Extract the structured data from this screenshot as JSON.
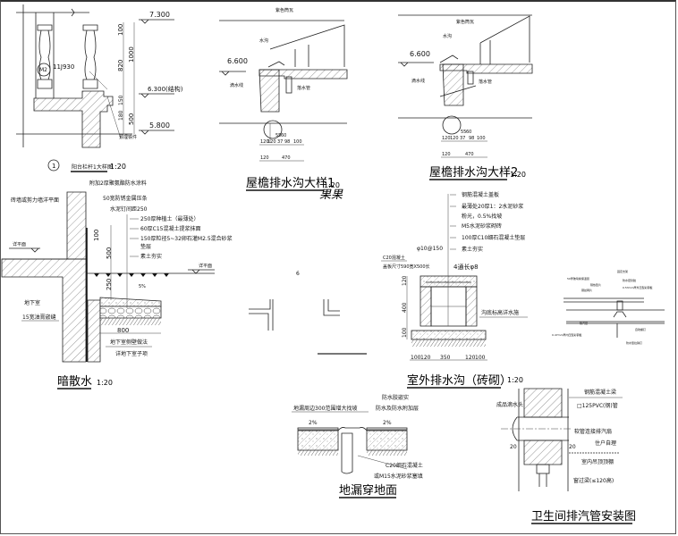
{
  "drawings": {
    "railing": {
      "title": "阳台栏杆1大样图",
      "scale": "1:20",
      "index_mark": "1",
      "ref_code": "11J930",
      "ref_circle": "M2",
      "elevations": [
        "7.300",
        "6.300(结构)",
        "5.800"
      ],
      "dims_vertical": [
        "100",
        "820",
        "1000",
        "180",
        "150",
        "500"
      ],
      "note": "预埋铁件"
    },
    "eave1": {
      "title": "屋檐排水沟大样1",
      "scale": "1:20",
      "subtitle": "果果",
      "elevation": "6.600",
      "labels": [
        "紫色筒瓦",
        "水沟",
        "滴水线",
        "落水管"
      ],
      "dims_row1": [
        "120",
        "120",
        "55",
        "60",
        "37",
        "98",
        "100"
      ],
      "dims_row2": [
        "120",
        "470"
      ]
    },
    "eave2": {
      "title": "屋檐排水沟大样2",
      "scale": "1:20",
      "elevation": "6.600",
      "labels": [
        "紫色筒瓦",
        "水沟",
        "滴水线",
        "落水管"
      ],
      "dims_row1": [
        "120",
        "120",
        "55",
        "60",
        "37",
        "98",
        "100"
      ],
      "dims_row2": [
        "120",
        "470"
      ]
    },
    "hidden_apron": {
      "title": "暗散水",
      "scale": "1:20",
      "labels": [
        "附加2厚聚氨酯防水涂料",
        "砖墙或剪力墙洋平面",
        "50宽防锈金属压条",
        "水泥钉间距250",
        "250厚种植土（最薄处）",
        "60厚C15混凝土提浆抹面",
        "150厚粒径5~32卵石灌M2.5混合砂浆",
        "垫层",
        "素土夯实",
        "地下室",
        "15宽油膏嵌缝",
        "地下室侧壁做法",
        "详地下室子项"
      ],
      "level_marks": [
        "详平面",
        "详平面"
      ],
      "dims": [
        "100",
        "500",
        "250",
        "800"
      ],
      "slope": "5%"
    },
    "drain_channel": {
      "title": "室外排水沟（砖砌）",
      "scale": "1:20",
      "labels": [
        "钢筋混凝土盖板",
        "最薄处20厚1：2水泥砂浆",
        "粉光，0.5%找坡",
        "M5水泥砂浆砌砖",
        "100厚C10细石混凝土垫层",
        "素土夯实",
        "C20混凝土",
        "盖板尺寸590宽X500长",
        "4通长φ8",
        "沟底标高详水施"
      ],
      "rebar": "φ10@150",
      "dims_vertical": [
        "120",
        "400",
        "100"
      ],
      "dims_horizontal": [
        "100",
        "120",
        "350",
        "120",
        "100"
      ]
    },
    "roof_panel": {
      "labels": [
        "50厚玻璃棉保温层",
        "固定支架",
        "防水密封胶",
        "隔热垫片",
        "0.53mm厚外压型彩钢板",
        "钢丝网片",
        "隔汽层",
        "0.47mm厚内压型彩钢板",
        "自攻螺钉",
        "防水型拉铆钉"
      ]
    },
    "center_marks": {
      "label": "6"
    },
    "floor_drain": {
      "title": "地漏穿地面",
      "slope": "2%",
      "labels": [
        "防水胶嵌实",
        "地漏周边300范围增大找坡",
        "防水及防水附加层",
        "C20细石混凝土",
        "或M15水泥砂浆塞填"
      ]
    },
    "bath_vent": {
      "title": "卫生间排汽管安装图",
      "labels": [
        "钢筋混凝土梁",
        "成品滴水头",
        "□125PVC(钢)管",
        "软管连接排汽扇",
        "住户自理",
        "室内吊顶顶棚",
        "窗过梁(≤120高)"
      ],
      "dims": [
        "20",
        "20"
      ]
    }
  }
}
